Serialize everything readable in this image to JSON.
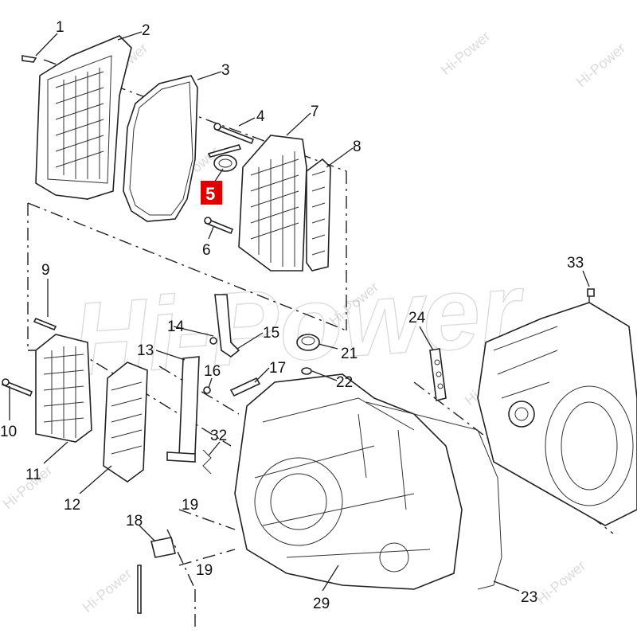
{
  "watermark": {
    "small": "Hi-Power",
    "large": "Hi-Power"
  },
  "callouts": [
    {
      "id": "1",
      "label": "1"
    },
    {
      "id": "2",
      "label": "2"
    },
    {
      "id": "3",
      "label": "3"
    },
    {
      "id": "4",
      "label": "4"
    },
    {
      "id": "5",
      "label": "5",
      "highlighted": true
    },
    {
      "id": "6",
      "label": "6"
    },
    {
      "id": "7",
      "label": "7"
    },
    {
      "id": "8",
      "label": "8"
    },
    {
      "id": "9",
      "label": "9"
    },
    {
      "id": "10",
      "label": "10"
    },
    {
      "id": "11",
      "label": "11"
    },
    {
      "id": "12",
      "label": "12"
    },
    {
      "id": "13",
      "label": "13"
    },
    {
      "id": "14",
      "label": "14"
    },
    {
      "id": "15",
      "label": "15"
    },
    {
      "id": "16",
      "label": "16"
    },
    {
      "id": "17",
      "label": "17"
    },
    {
      "id": "18",
      "label": "18"
    },
    {
      "id": "19a",
      "label": "19"
    },
    {
      "id": "19b",
      "label": "19"
    },
    {
      "id": "21",
      "label": "21"
    },
    {
      "id": "22",
      "label": "22"
    },
    {
      "id": "23",
      "label": "23"
    },
    {
      "id": "24",
      "label": "24"
    },
    {
      "id": "29",
      "label": "29"
    },
    {
      "id": "32",
      "label": "32"
    },
    {
      "id": "33",
      "label": "33"
    }
  ],
  "colors": {
    "highlight": "#e00000",
    "line": "#222222",
    "watermark": "#bfbfbf"
  }
}
